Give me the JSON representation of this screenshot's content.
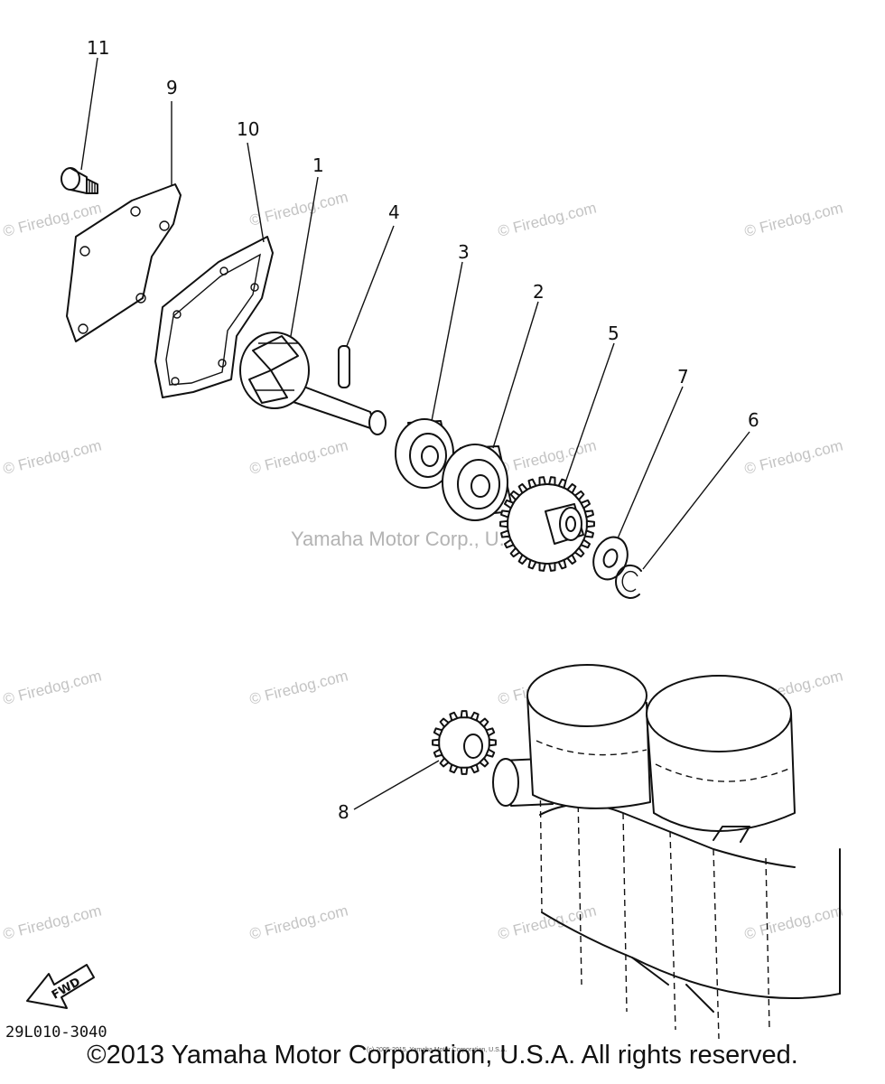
{
  "callouts": [
    "11",
    "9",
    "10",
    "1",
    "4",
    "3",
    "2",
    "5",
    "7",
    "6",
    "8"
  ],
  "watermark": "© Firedog.com",
  "center_watermark": "Yamaha Motor Corp., U.S.A.",
  "small_note": "(c) 2005-2015, Yamaha Motor Corporation, U.S.A.",
  "fwd_label": "FWD",
  "part_number": "29L010-3040",
  "copyright": "©2013 Yamaha Motor Corporation, U.S.A. All rights reserved."
}
